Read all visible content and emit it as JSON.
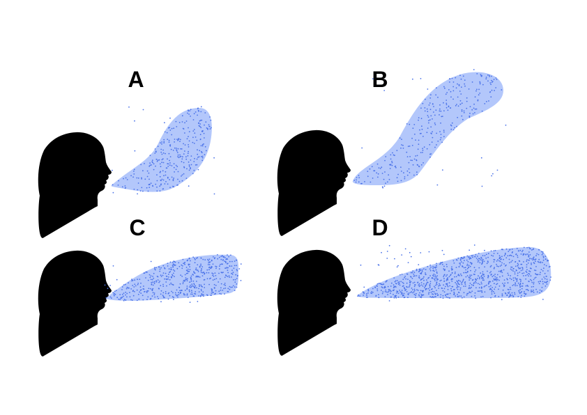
{
  "panels": [
    {
      "id": "A",
      "label": "A",
      "particle_density": "low"
    },
    {
      "id": "B",
      "label": "B",
      "particle_density": "low"
    },
    {
      "id": "C",
      "label": "C",
      "particle_density": "medium"
    },
    {
      "id": "D",
      "label": "D",
      "particle_density": "high"
    }
  ],
  "colors": {
    "background": "#ffffff",
    "head": "#000000",
    "cloud_fill": "#b3c7fb",
    "particles": "#4a72e8",
    "label": "#000000"
  }
}
